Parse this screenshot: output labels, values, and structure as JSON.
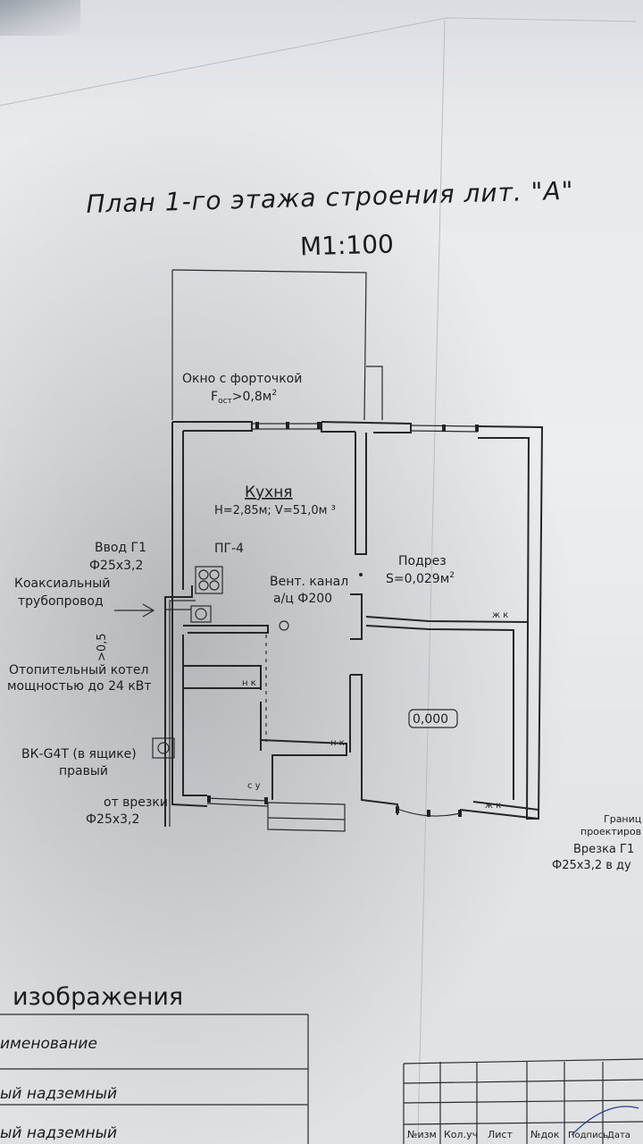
{
  "title": "План 1-го этажа строения лит. \"А\"",
  "scale": "М1:100",
  "window_label": "Окно с форточкой",
  "window_area": "F",
  "window_area_sub": "ост",
  "window_area_value": ">0,8м",
  "window_area_sup": "2",
  "room_name": "Кухня",
  "room_params": "H=2,85м; V=51,0м ³",
  "gas_stove": "ПГ-4",
  "gas_inlet_label": "Ввод Г1",
  "gas_inlet_size": "Ф25х3,2",
  "coax_label_1": "Коаксиальный",
  "coax_label_2": "трубопровод",
  "vent_label_1": "Вент. канал",
  "vent_label_2": "а/ц Ф200",
  "cut_label": "Подрез",
  "cut_area": "S=0,029м",
  "cut_area_sup": "2",
  "boiler_label_1": "Отопительный котел",
  "boiler_label_2": "мощностью до 24 кВт",
  "height_mark": ">0,5",
  "meter_label_1": "ВК-G4T (в ящике)",
  "meter_label_2": "правый",
  "tap_label_1": "от врезки",
  "tap_label_2": "Ф25х3,2",
  "level_mark": "0,000",
  "tag_nk": "н к",
  "tag_zhk": "ж к",
  "tag_su": "с у",
  "right_label_1": "Границ",
  "right_label_2": "проектиров",
  "right_label_3": "Врезка Г1",
  "right_label_4": "Ф25х3,2 в ду",
  "legend_section": "изображения",
  "legend_rows": [
    "именование",
    "ый надземный",
    "ый надземный"
  ],
  "title_block_headers": [
    "№изм",
    "Кол.уч",
    "Лист",
    "№док",
    "Подпись",
    "Дата"
  ]
}
